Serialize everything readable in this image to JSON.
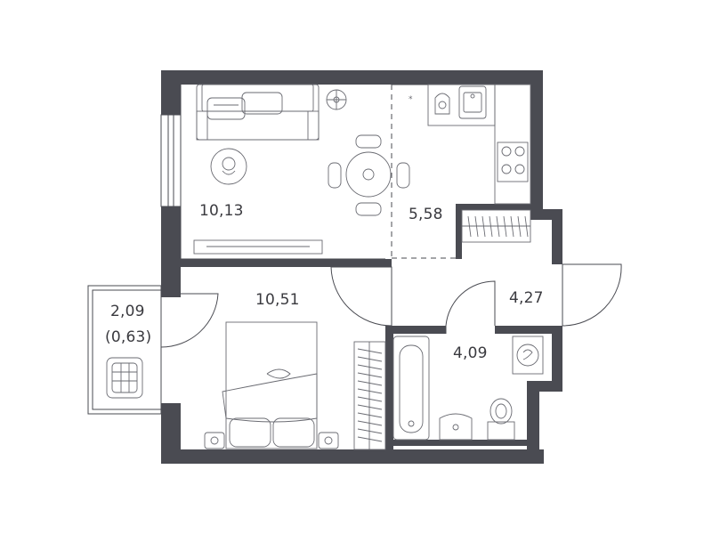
{
  "rooms": {
    "living": {
      "area": "10,13"
    },
    "kitchen": {
      "area": "5,58"
    },
    "bedroom": {
      "area": "10,51"
    },
    "balcony": {
      "area": "2,09",
      "reduced_area": "(0,63)"
    },
    "hall": {
      "area": "4,27"
    },
    "bathroom": {
      "area": "4,09"
    }
  },
  "colors": {
    "wall": "#4a4b52",
    "line": "#6a6b72",
    "background": "#ffffff"
  }
}
